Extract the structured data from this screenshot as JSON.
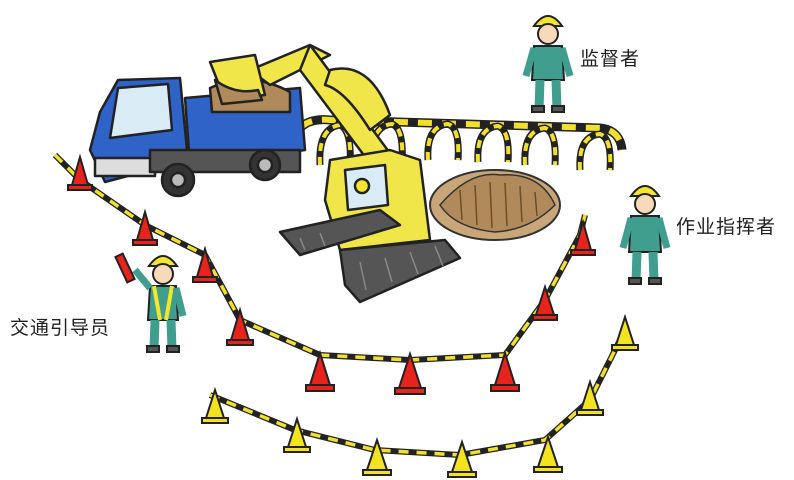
{
  "labels": {
    "supervisor": "监督者",
    "work_chief": "作业指挥者",
    "traffic_guide": "交通引导员"
  },
  "colors": {
    "truck_blue": "#2f63c8",
    "excavator_yellow": "#f0e64a",
    "cone_red": "#e8231c",
    "cone_yellow": "#f3e21e",
    "worker_green": "#3f9e8e",
    "helmet_yellow": "#f4e52d",
    "soil": "#b08a5a",
    "fence_yellow": "#f1e12c"
  },
  "icons": {
    "dump_truck": "dump-truck-icon",
    "excavator": "excavator-icon",
    "traffic_cone": "traffic-cone-icon",
    "worker": "worker-icon",
    "signal_baton": "signal-baton-icon",
    "excavation_pit": "dirt-pit-icon"
  }
}
